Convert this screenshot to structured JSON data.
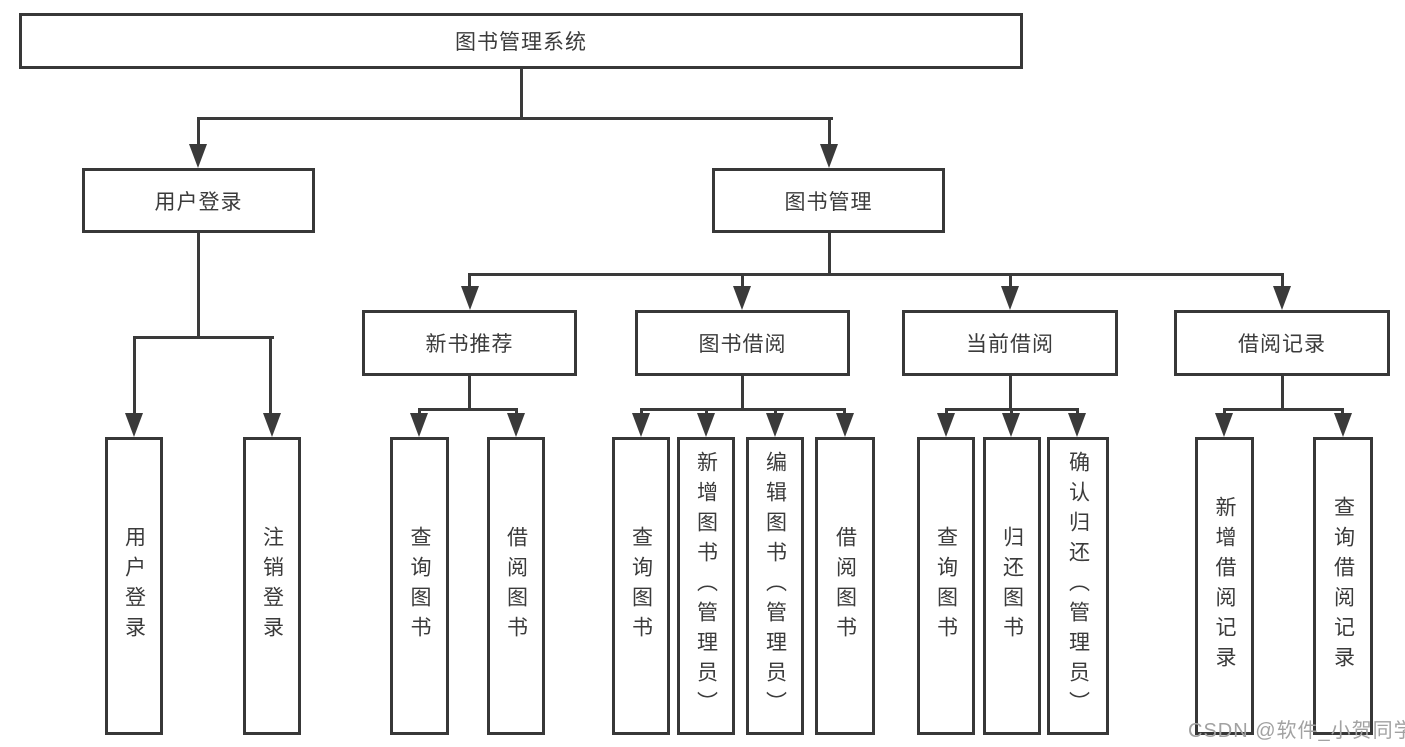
{
  "tree": {
    "root": "图书管理系统",
    "branches": [
      {
        "label": "用户登录",
        "children": [
          "用户登录",
          "注销登录"
        ]
      },
      {
        "label": "图书管理",
        "sections": [
          {
            "label": "新书推荐",
            "children": [
              "查询图书",
              "借阅图书"
            ]
          },
          {
            "label": "图书借阅",
            "children": [
              "查询图书",
              "新增图书（管理员）",
              "编辑图书（管理员）",
              "借阅图书"
            ]
          },
          {
            "label": "当前借阅",
            "children": [
              "查询图书",
              "归还图书",
              "确认归还（管理员）"
            ]
          },
          {
            "label": "借阅记录",
            "children": [
              "新增借阅记录",
              "查询借阅记录"
            ]
          }
        ]
      }
    ]
  },
  "watermark": "CSDN @软件_小贺同学",
  "colors": {
    "line": "#3a3a3a",
    "box_border": "#383838",
    "text": "#3b3b3b",
    "watermark": "#a2a2a2",
    "background": "#ffffff"
  }
}
